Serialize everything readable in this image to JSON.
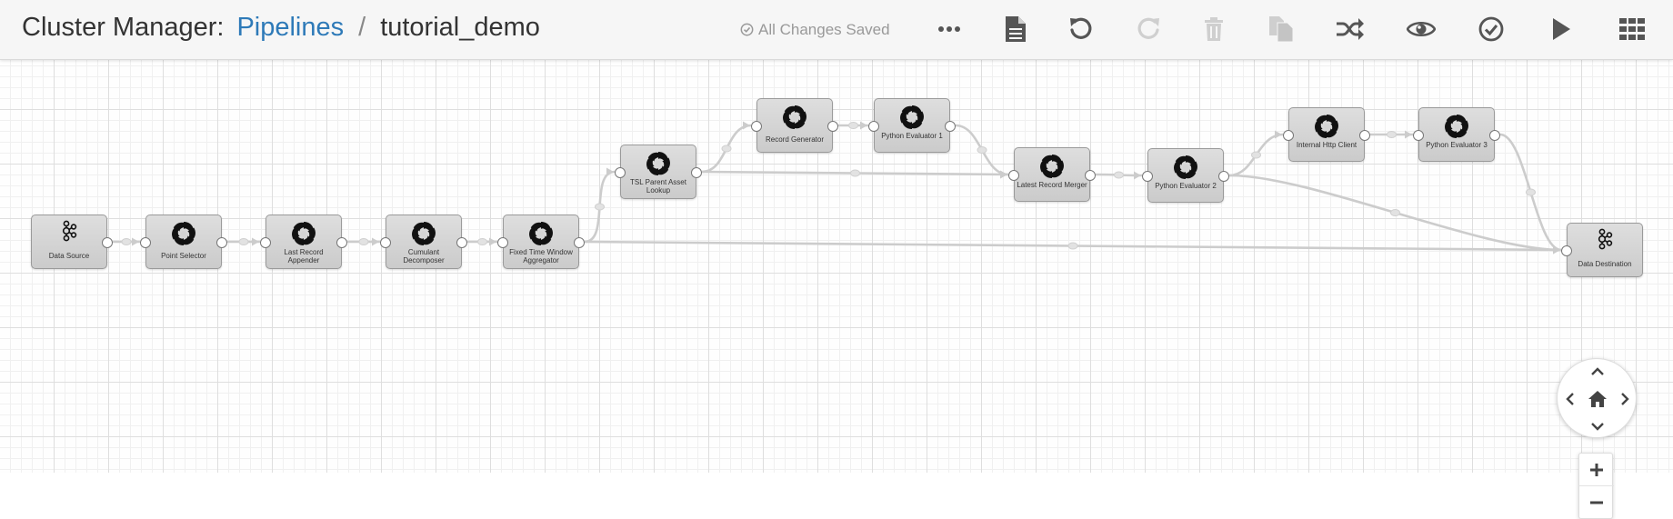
{
  "header": {
    "app_label": "Cluster Manager:",
    "breadcrumb_link": "Pipelines",
    "separator": "/",
    "pipeline_name": "tutorial_demo",
    "status_text": "All Changes Saved"
  },
  "toolbar": [
    {
      "icon": "more-icon",
      "state": "enabled"
    },
    {
      "icon": "document-icon",
      "state": "enabled"
    },
    {
      "icon": "undo-icon",
      "state": "enabled"
    },
    {
      "icon": "redo-icon",
      "state": "disabled"
    },
    {
      "icon": "trash-icon",
      "state": "disabled"
    },
    {
      "icon": "copy-icon",
      "state": "disabled"
    },
    {
      "icon": "shuffle-icon",
      "state": "enabled"
    },
    {
      "icon": "eye-icon",
      "state": "enabled"
    },
    {
      "icon": "check-circle-icon",
      "state": "enabled"
    },
    {
      "icon": "play-icon",
      "state": "enabled"
    },
    {
      "icon": "grid-icon",
      "state": "enabled"
    }
  ],
  "pipeline": {
    "nodes": [
      {
        "id": "data_source",
        "label": "Data Source",
        "icon": "kafka-icon"
      },
      {
        "id": "point_selector",
        "label": "Point Selector",
        "icon": "processor-icon"
      },
      {
        "id": "last_record_appender",
        "label": "Last Record Appender",
        "icon": "processor-icon"
      },
      {
        "id": "cumulant_decomposer",
        "label": "Cumulant Decomposer",
        "icon": "processor-icon"
      },
      {
        "id": "fixed_time_window_aggregator",
        "label": "Fixed Time Window Aggregator",
        "icon": "processor-icon"
      },
      {
        "id": "tsl_parent_asset_lookup",
        "label": "TSL Parent Asset Lookup",
        "icon": "processor-icon"
      },
      {
        "id": "record_generator",
        "label": "Record Generator",
        "icon": "processor-icon"
      },
      {
        "id": "python_evaluator_1",
        "label": "Python Evaluator 1",
        "icon": "processor-icon"
      },
      {
        "id": "latest_record_merger",
        "label": "Latest Record Merger",
        "icon": "processor-icon"
      },
      {
        "id": "python_evaluator_2",
        "label": "Python Evaluator 2",
        "icon": "processor-icon"
      },
      {
        "id": "internal_http_client",
        "label": "Internal Http Client",
        "icon": "processor-icon"
      },
      {
        "id": "python_evaluator_3",
        "label": "Python Evaluator 3",
        "icon": "processor-icon"
      },
      {
        "id": "data_destination",
        "label": "Data Destination",
        "icon": "kafka-icon"
      }
    ],
    "edges": [
      {
        "from": "data_source",
        "to": "point_selector"
      },
      {
        "from": "point_selector",
        "to": "last_record_appender"
      },
      {
        "from": "last_record_appender",
        "to": "cumulant_decomposer"
      },
      {
        "from": "cumulant_decomposer",
        "to": "fixed_time_window_aggregator"
      },
      {
        "from": "fixed_time_window_aggregator",
        "to": "tsl_parent_asset_lookup"
      },
      {
        "from": "fixed_time_window_aggregator",
        "to": "data_destination"
      },
      {
        "from": "tsl_parent_asset_lookup",
        "to": "record_generator"
      },
      {
        "from": "tsl_parent_asset_lookup",
        "to": "latest_record_merger"
      },
      {
        "from": "record_generator",
        "to": "python_evaluator_1"
      },
      {
        "from": "python_evaluator_1",
        "to": "latest_record_merger"
      },
      {
        "from": "latest_record_merger",
        "to": "python_evaluator_2"
      },
      {
        "from": "python_evaluator_2",
        "to": "internal_http_client"
      },
      {
        "from": "python_evaluator_2",
        "to": "data_destination"
      },
      {
        "from": "internal_http_client",
        "to": "python_evaluator_3"
      },
      {
        "from": "python_evaluator_3",
        "to": "data_destination"
      }
    ]
  },
  "colors": {
    "link": "#2e7ab8",
    "edge": "#cccccc",
    "icon_enabled": "#555555",
    "icon_disabled": "#cfcfcf"
  }
}
